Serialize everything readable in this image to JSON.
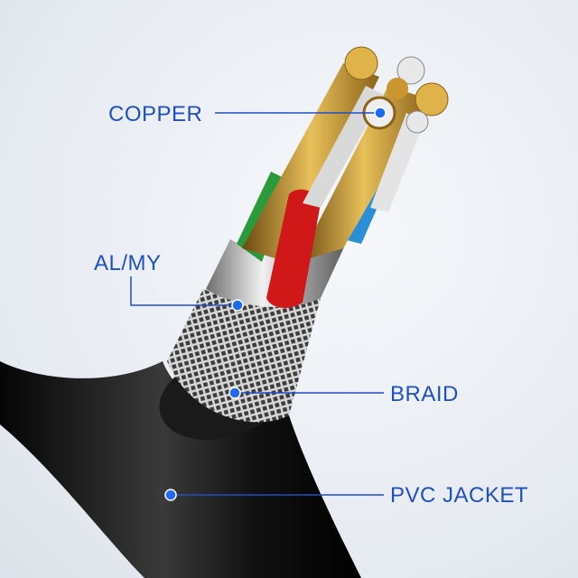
{
  "labels": {
    "copper": "COPPER",
    "al_my": "AL/MY",
    "braid": "BRAID",
    "pvc_jacket": "PVC JACKET"
  },
  "colors": {
    "label": "#1f4fc4",
    "jacket": "#141414",
    "copper": "#c9962f",
    "red_insulation": "#d01818",
    "green_insulation": "#2a9a3a",
    "blue_insulation": "#2a8fd6"
  }
}
